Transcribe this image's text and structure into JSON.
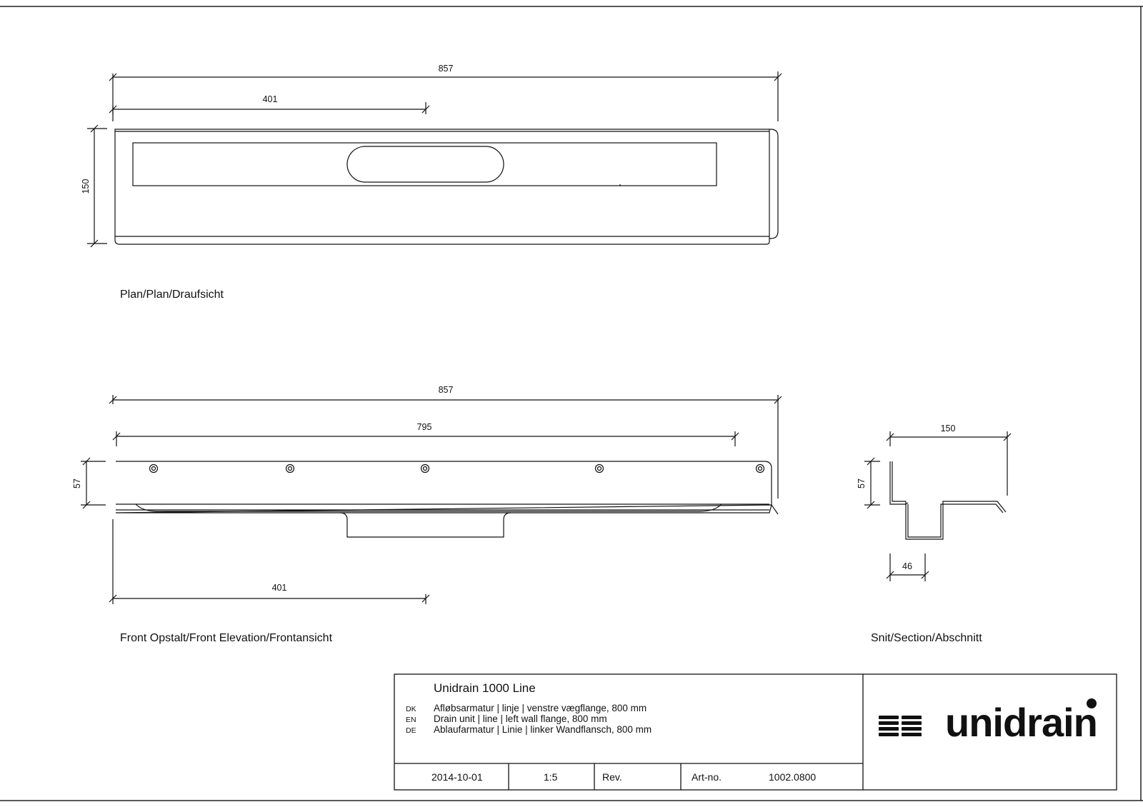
{
  "plan_view": {
    "title": "Plan/Plan/Draufsicht",
    "dim_total_length": "857",
    "dim_outlet_offset": "401",
    "dim_width": "150"
  },
  "front_view": {
    "title": "Front Opstalt/Front Elevation/Frontansicht",
    "dim_total_length": "857",
    "dim_hole_span": "795",
    "dim_height": "57",
    "dim_outlet_offset": "401"
  },
  "section_view": {
    "title": "Snit/Section/Abschnitt",
    "dim_width": "150",
    "dim_height": "57",
    "dim_outlet": "46"
  },
  "title_block": {
    "product_name": "Unidrain 1000 Line",
    "descriptions": [
      {
        "lang": "DK",
        "text": "Afløbsarmatur | linje | venstre vægflange, 800 mm"
      },
      {
        "lang": "EN",
        "text": "Drain unit | line | left wall flange, 800 mm"
      },
      {
        "lang": "DE",
        "text": "Ablaufarmatur | Linie | linker Wandflansch, 800 mm"
      }
    ],
    "date": "2014-10-01",
    "scale": "1:5",
    "revision_label": "Rev.",
    "revision_value": "",
    "art_no_label": "Art-no.",
    "art_no_value": "1002.0800",
    "logo_text": "unidrain",
    "logo_icon": "stacked-bars-logo-icon"
  },
  "colors": {
    "line": "#111111",
    "background": "#ffffff"
  }
}
